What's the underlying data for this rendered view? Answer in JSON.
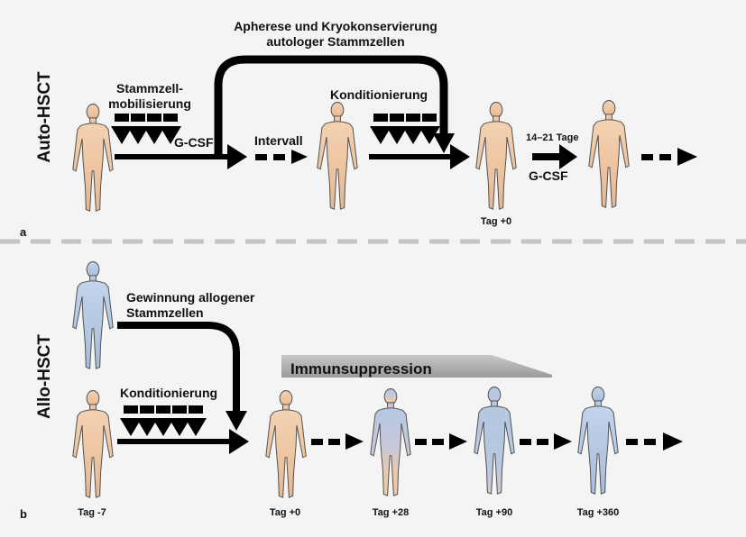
{
  "panel_a": {
    "letter": "a",
    "side_label": "Auto-HSCT",
    "apheresis_line1": "Apherese und Kryokonservierung",
    "apheresis_line2": "autologer Stammzellen",
    "mobilization_line1": "Stammzell-",
    "mobilization_line2": "mobilisierung",
    "gcsf_1": "G-CSF",
    "interval": "Intervall",
    "conditioning": "Konditionierung",
    "day0": "Tag +0",
    "recovery_days": "14–21 Tage",
    "gcsf_2": "G-CSF"
  },
  "panel_b": {
    "letter": "b",
    "side_label": "Allo-HSCT",
    "donor_line1": "Gewinnung allogener",
    "donor_line2": "Stammzellen",
    "conditioning": "Konditionierung",
    "immunosuppression": "Immunsuppression",
    "days": [
      "Tag -7",
      "Tag +0",
      "Tag +28",
      "Tag +90",
      "Tag +360"
    ]
  },
  "colors": {
    "patient_skin": "#f0c9a4",
    "donor_blue": "#b4c8e2",
    "arrow": "#000000",
    "divider": "#c4c4c4",
    "immunosuppression_bar": "#a8a8a8"
  }
}
